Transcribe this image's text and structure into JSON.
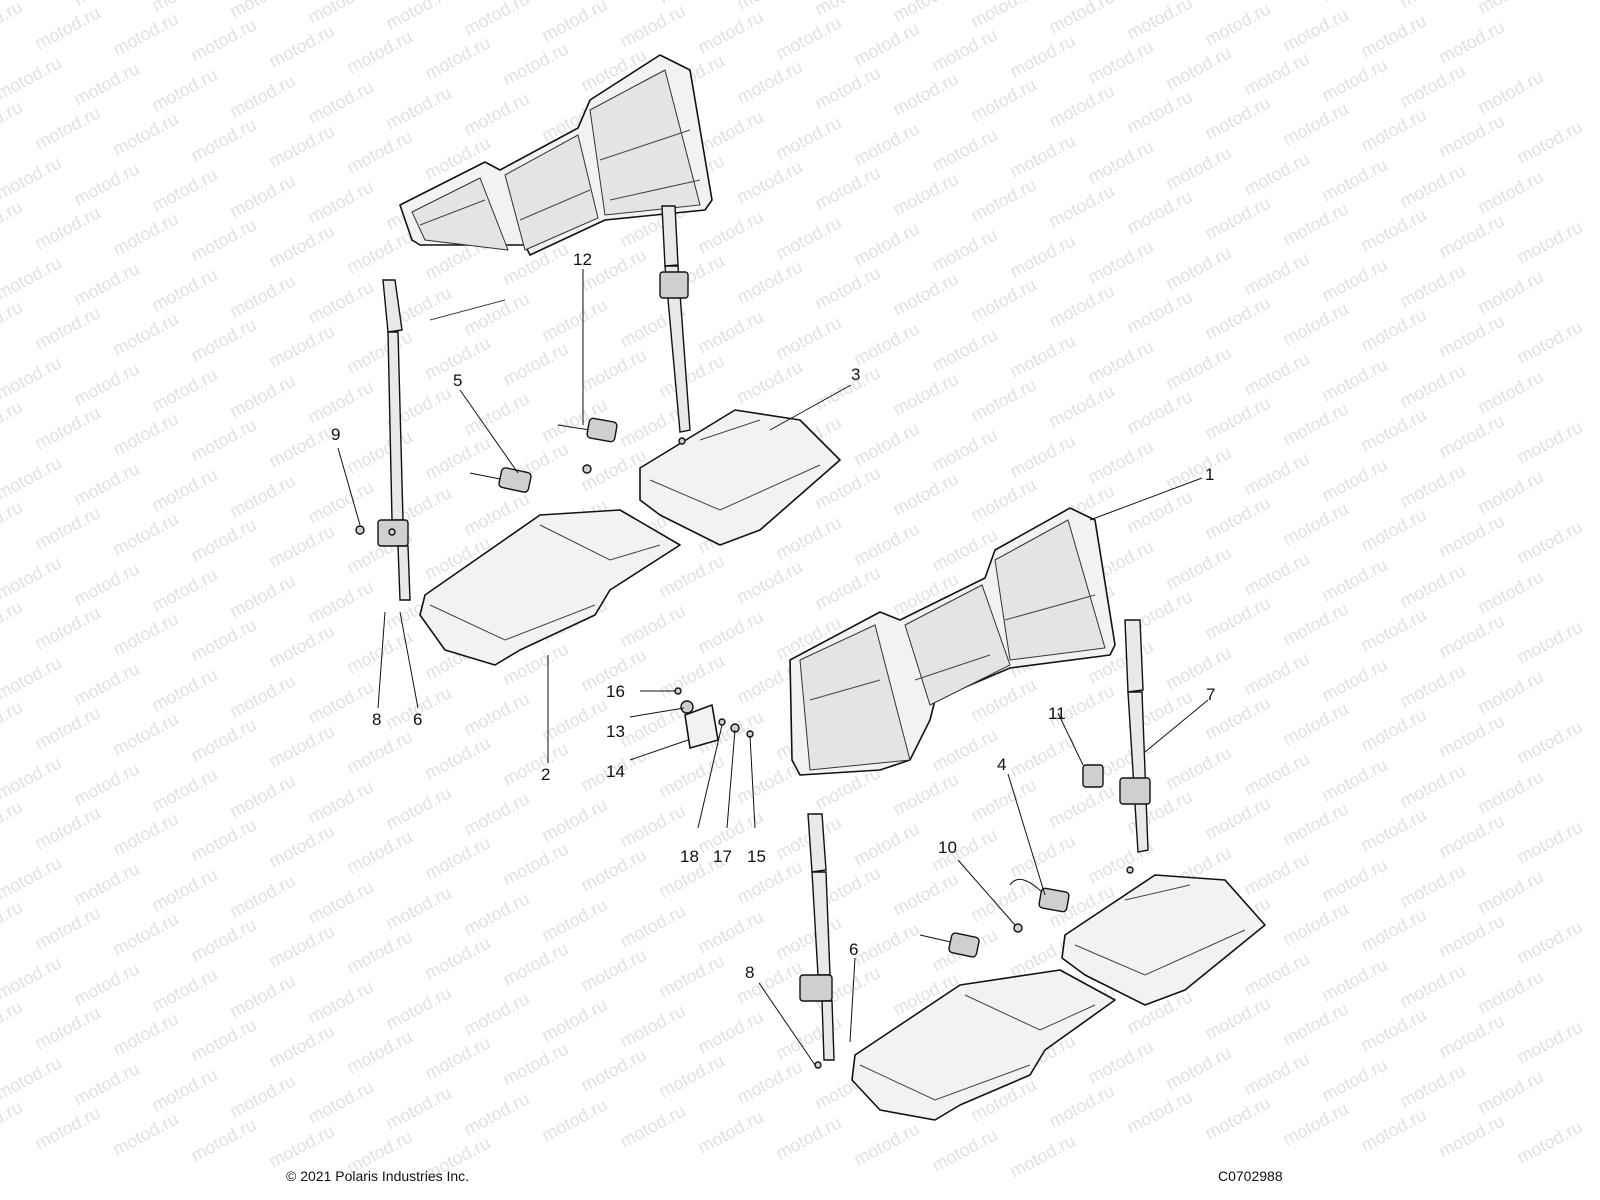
{
  "watermark_text": "motod.ru",
  "callouts": [
    {
      "id": "1",
      "label": "1"
    },
    {
      "id": "2",
      "label": "2"
    },
    {
      "id": "3",
      "label": "3"
    },
    {
      "id": "4",
      "label": "4"
    },
    {
      "id": "5",
      "label": "5"
    },
    {
      "id": "6a",
      "label": "6"
    },
    {
      "id": "6b",
      "label": "6"
    },
    {
      "id": "7",
      "label": "7"
    },
    {
      "id": "8a",
      "label": "8"
    },
    {
      "id": "8b",
      "label": "8"
    },
    {
      "id": "9",
      "label": "9"
    },
    {
      "id": "10",
      "label": "10"
    },
    {
      "id": "11",
      "label": "11"
    },
    {
      "id": "12",
      "label": "12"
    },
    {
      "id": "13",
      "label": "13"
    },
    {
      "id": "14",
      "label": "14"
    },
    {
      "id": "15",
      "label": "15"
    },
    {
      "id": "16",
      "label": "16"
    },
    {
      "id": "17",
      "label": "17"
    },
    {
      "id": "18",
      "label": "18"
    }
  ],
  "footer": {
    "copyright": "© 2021 Polaris Industries Inc.",
    "drawing_number": "C0702988"
  }
}
